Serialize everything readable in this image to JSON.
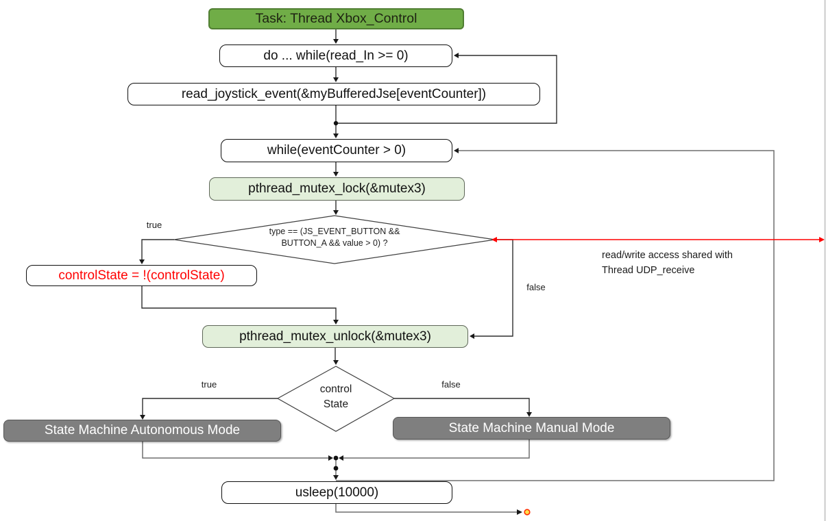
{
  "diagram": {
    "nodes": {
      "start": "Task: Thread Xbox_Control",
      "do_while": "do ... while(read_In >= 0)",
      "read_joystick": "read_joystick_event(&myBufferedJse[eventCounter])",
      "while_loop": "while(eventCounter > 0)",
      "mutex_lock": "pthread_mutex_lock(&mutex3)",
      "button_check": {
        "line1": "type == (JS_EVENT_BUTTON &&",
        "line2": "BUTTON_A && value > 0) ?"
      },
      "toggle": "controlState = !(controlState)",
      "mutex_unlock": "pthread_mutex_unlock(&mutex3)",
      "control_state": {
        "line1": "control",
        "line2": "State"
      },
      "autonomous": "State Machine Autonomous Mode",
      "manual": "State Machine Manual Mode",
      "usleep": "usleep(10000)"
    },
    "labels": {
      "button_true": "true",
      "button_false": "false",
      "state_true": "true",
      "state_false": "false"
    },
    "annotation": {
      "line1": "read/write access shared with",
      "line2": "Thread UDP_receive"
    },
    "colors": {
      "start_fill": "#70AD47",
      "start_border": "#507E32",
      "mutex_fill": "#E2EFDA",
      "mode_fill": "#7F7F7F",
      "toggle_text": "#FF0000",
      "shared_access_arrow": "#FF0000",
      "end_marker_fill": "#FFE14D",
      "end_marker_stroke": "#FF2D00"
    }
  }
}
